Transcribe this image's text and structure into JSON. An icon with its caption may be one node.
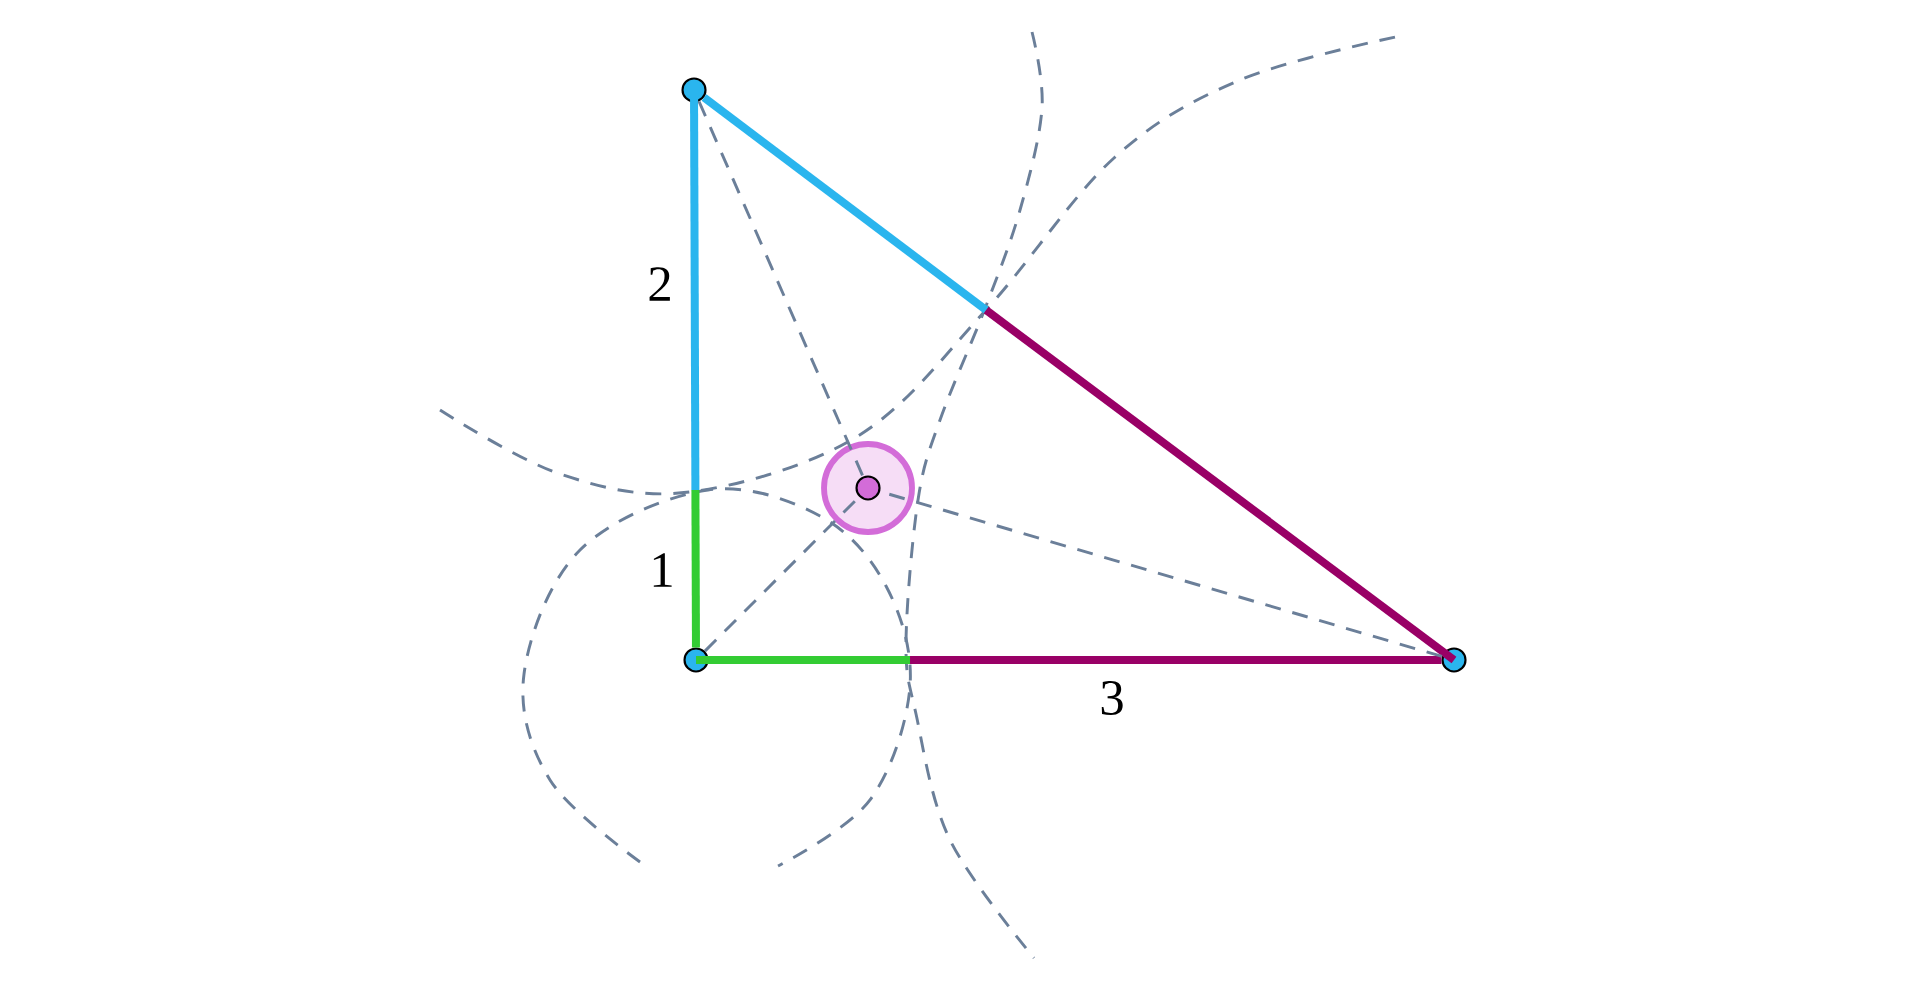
{
  "diagram": {
    "nodes": [
      {
        "text": [],
        "shape": "circle"
      },
      {
        "text": [],
        "shape": "circle"
      },
      {
        "text": [],
        "shape": "circle"
      },
      {
        "text": [],
        "shape": "circle"
      }
    ],
    "edges": [
      {
        "from": 0,
        "to": 1,
        "arrow": "none",
        "style": "thick",
        "color": "#2ab5ee"
      },
      {
        "from": 1,
        "to": 2,
        "arrow": "none",
        "style": "thick",
        "color": "#990066"
      },
      {
        "from": 2,
        "to": 0,
        "arrow": "none",
        "style": "thick",
        "color": "#990066"
      },
      {
        "from": 0,
        "to": 3,
        "arrow": "none",
        "style": "dashed"
      },
      {
        "from": 1,
        "to": 3,
        "arrow": "none",
        "style": "dashed"
      },
      {
        "from": 2,
        "to": 3,
        "arrow": "none",
        "style": "dashed"
      }
    ],
    "labels": [
      "2",
      "1",
      "3"
    ]
  }
}
